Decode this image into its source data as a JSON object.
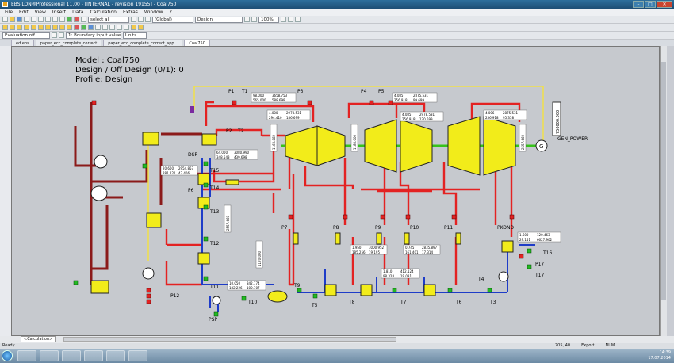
{
  "window": {
    "title": "EBSILON®Professional 11.00 - [INTERNAL - revision 19155] - Coal750"
  },
  "menu": [
    "File",
    "Edit",
    "View",
    "Insert",
    "Data",
    "Calculation",
    "Extras",
    "Window",
    "?"
  ],
  "toolbar": {
    "select_combo": "select all",
    "scope_combo": "(Global)",
    "mode_combo": "Design",
    "zoom_combo": "100%",
    "evaluation_combo": "Evaluation off",
    "boundary_combo": "1: Boundary input value",
    "units_combo": "Units"
  },
  "tabs": [
    "ed.ebs",
    "paper_ecc_complete_correct",
    "paper_ecc_complete_correct_app...",
    "Coal750"
  ],
  "model": {
    "line1": "Model : Coal750",
    "line2": "Design / Off Design (0/1): 0",
    "line3": "Profile: Design"
  },
  "diagram": {
    "labels": [
      "P1",
      "T1",
      "P3",
      "P4",
      "P5",
      "P2",
      "T2",
      "DSP",
      "T15",
      "T14",
      "T13",
      "T12",
      "T11",
      "P6",
      "P7",
      "P8",
      "P9",
      "P10",
      "P11",
      "PKOND",
      "P12",
      "PSP",
      "T10",
      "T9",
      "T5",
      "T8",
      "T7",
      "T6",
      "T4",
      "T3",
      "T16",
      "P17",
      "T17",
      "GEN_POWER"
    ],
    "generator_value": "750000.000",
    "values": [
      {
        "a": "98.000",
        "b": "3658.753",
        "c": "565.000",
        "d": "588.699"
      },
      {
        "a": "4.000",
        "b": "2978.531",
        "c": "294.410",
        "d": "186.699"
      },
      {
        "a": "4.085",
        "b": "2875.531",
        "c": "256.918",
        "d": "99.699"
      },
      {
        "a": "4.085",
        "b": "2978.531",
        "c": "256.918",
        "d": "120.699"
      },
      {
        "a": "4.006",
        "b": "2875.531",
        "c": "256.918",
        "d": "95.358"
      },
      {
        "a": "64.000",
        "b": "3080.990",
        "c": "348.543",
        "d": "439.698"
      },
      {
        "a": "20.600",
        "b": "2954.857",
        "c": "281.221",
        "d": "43.406"
      },
      {
        "a": "1.600",
        "b": "120.463",
        "c": "29.151",
        "d": "6627.902"
      },
      {
        "a": "10.050",
        "b": "842.774",
        "c": "182.226",
        "d": "100.707"
      },
      {
        "a": "1.810",
        "b": "412.124",
        "c": "98.328",
        "d": "19.031"
      },
      {
        "a": "1.950",
        "b": "3000.952",
        "c": "185.256",
        "d": "19.195"
      },
      {
        "a": "0.745",
        "b": "2835.897",
        "c": "161.401",
        "d": "17.314"
      }
    ],
    "vertical_values": [
      "1160.882",
      "1180.000",
      "2557.660",
      "2557.660",
      "1170.000"
    ]
  },
  "sheet_tab": "<Calculation>",
  "status": {
    "left": "Ready",
    "coords": "705, 40",
    "right1": "Export",
    "right2": "NUM"
  },
  "tray": {
    "time": "14:39",
    "date": "17.07.2014"
  },
  "colors": {
    "steam_line": "#e32222",
    "water_line": "#1e3cc8",
    "dark_line": "#8b1a1a",
    "shaft": "#37c21a",
    "turbine": "#f2ec1a",
    "canvas": "#c6c9ce"
  }
}
